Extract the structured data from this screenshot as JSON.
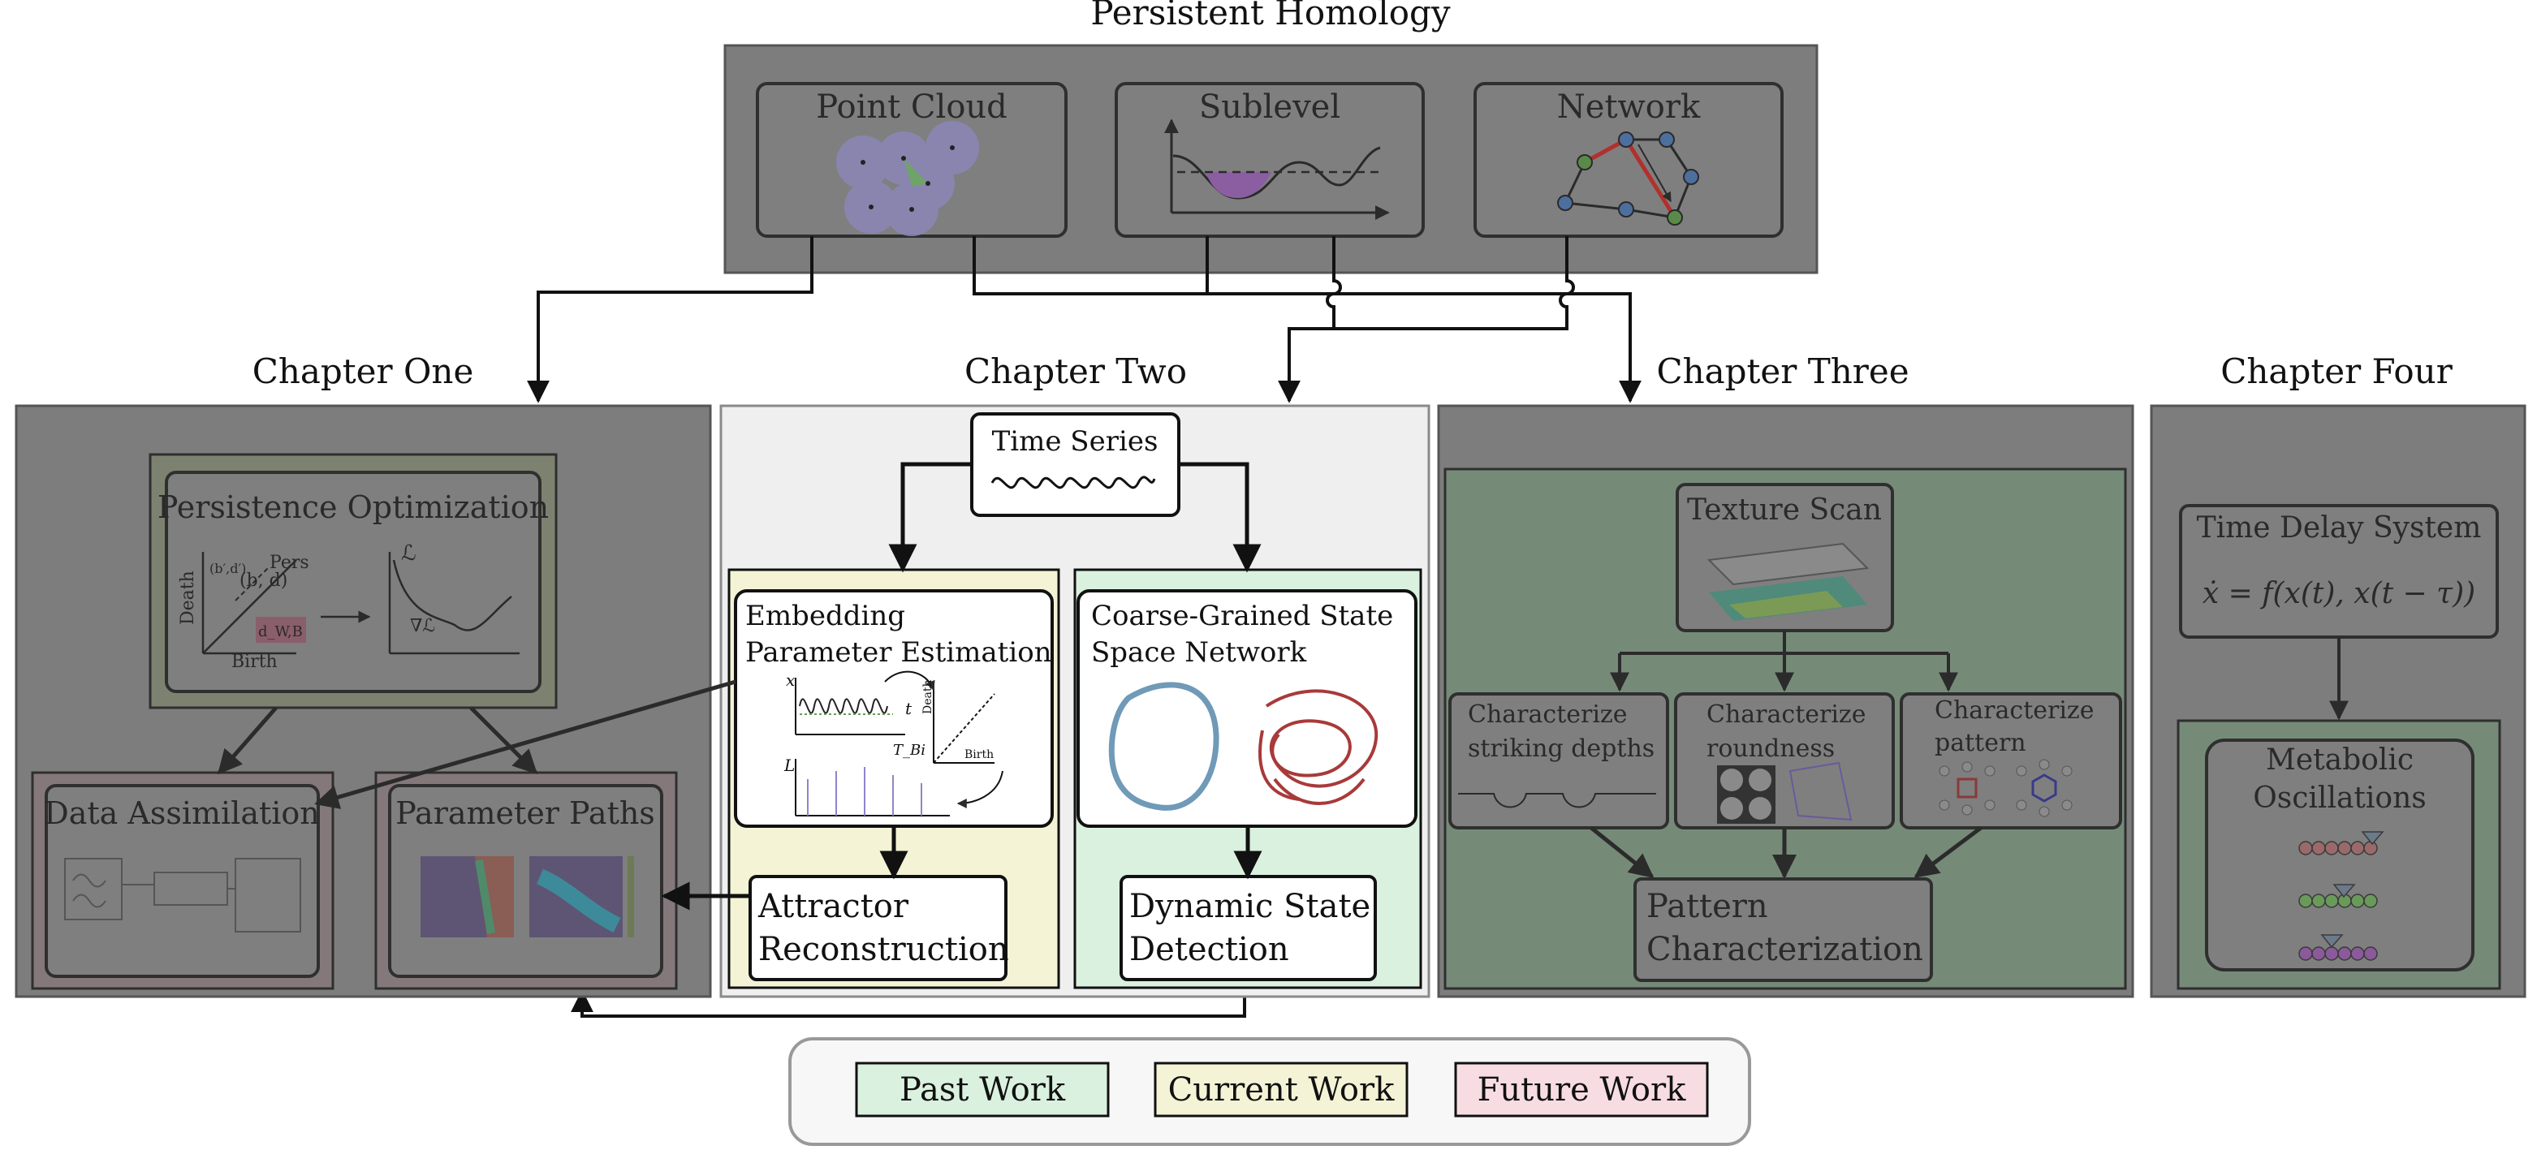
{
  "ph": {
    "title": "Persistent Homology",
    "point_cloud": "Point Cloud",
    "sublevel": "Sublevel",
    "network": "Network"
  },
  "chapters": {
    "one": "Chapter One",
    "two": "Chapter Two",
    "three": "Chapter Three",
    "four": "Chapter Four"
  },
  "ch1": {
    "persistence_optimization": "Persistence Optimization",
    "plot_labels": {
      "death": "Death",
      "birth": "Birth",
      "pers": "Pers",
      "point_bd": "(b, d)",
      "point_prime": "(b′,d′)",
      "loss": "ℒ",
      "grad": "∇ℒ",
      "dist": "d_W,B"
    },
    "data_assimilation": "Data Assimilation",
    "parameter_paths": "Parameter Paths"
  },
  "ch2": {
    "time_series": "Time Series",
    "embedding_line1": "Embedding",
    "embedding_line2": "Parameter Estimation",
    "embed_labels": {
      "x": "x",
      "t": "t",
      "L": "L",
      "birth": "Birth",
      "death": "Death",
      "tau": "T_Bi"
    },
    "coarse_line1": "Coarse-Grained State",
    "coarse_line2": "Space Network",
    "attractor_line1": "Attractor",
    "attractor_line2": "Reconstruction",
    "dynamic_line1": "Dynamic State",
    "dynamic_line2": "Detection"
  },
  "ch3": {
    "texture_scan": "Texture Scan",
    "striking_line1": "Characterize",
    "striking_line2": "striking depths",
    "roundness_line1": "Characterize",
    "roundness_line2": "roundness",
    "pattern_line1": "Characterize",
    "pattern_line2": "pattern",
    "pattern_char_line1": "Pattern",
    "pattern_char_line2": "Characterization"
  },
  "ch4": {
    "time_delay": "Time Delay System",
    "equation": "ẋ = f(x(t), x(t − τ))",
    "metabolic_line1": "Metabolic",
    "metabolic_line2": "Oscillations"
  },
  "legend": {
    "past": "Past Work",
    "current": "Current Work",
    "future": "Future Work"
  },
  "colors": {
    "past": "#dbf1df",
    "current": "#f5f3d6",
    "future": "#f7dde2",
    "gray_overlay": "#7f7f7f",
    "ch2_bg": "#efefef"
  },
  "icons": [
    "arrow-icon",
    "circle-icon",
    "triangle-icon"
  ]
}
